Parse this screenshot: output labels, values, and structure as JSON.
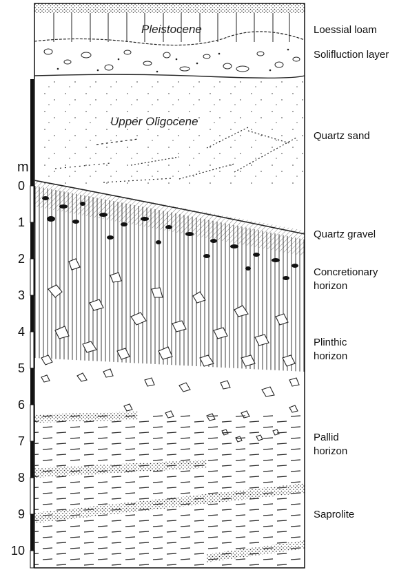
{
  "periods": {
    "top": "Pleistocene",
    "upper": "Upper Oligocene"
  },
  "scale": {
    "unit": "m",
    "ticks": [
      "0",
      "1",
      "2",
      "3",
      "4",
      "5",
      "6",
      "7",
      "8",
      "9",
      "10"
    ]
  },
  "layers": [
    "Loessial loam",
    "Solifluction layer",
    "Quartz sand",
    "Quartz gravel",
    "Concretionary\nhorizon",
    "Plinthic\nhorizon",
    "Pallid\nhorizon",
    "Saprolite"
  ],
  "colors": {
    "ink": "#111111",
    "paper": "#ffffff",
    "dots": "#555555"
  }
}
